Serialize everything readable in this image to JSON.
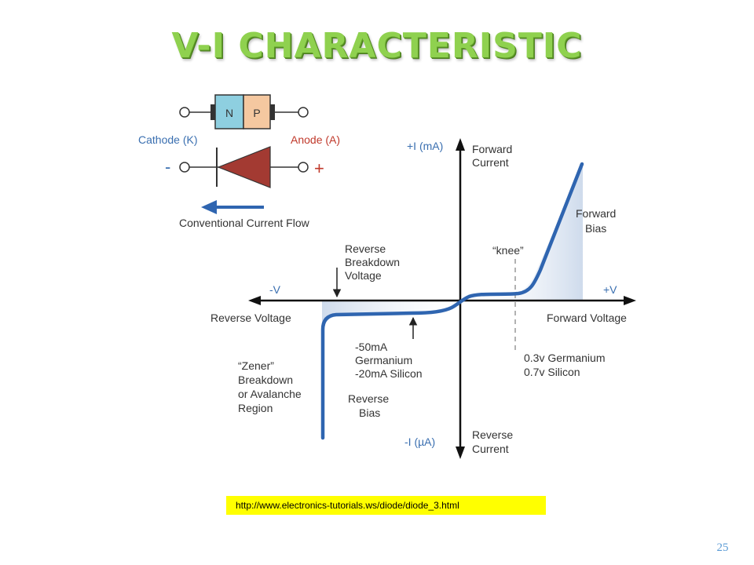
{
  "slide": {
    "title": "V-I CHARACTERISTIC",
    "source_url": "http://www.electronics-tutorials.ws/diode/diode_3.html",
    "page_number": "25"
  },
  "diode": {
    "n_label": "N",
    "p_label": "P",
    "cathode_label": "Cathode (K)",
    "anode_label": "Anode (A)",
    "minus_sign": "-",
    "plus_sign": "+",
    "flow_label": "Conventional Current Flow"
  },
  "graph": {
    "pos_current_axis": "+I (mA)",
    "neg_current_axis": "-I (µA)",
    "neg_voltage_axis": "-V",
    "pos_voltage_axis": "+V",
    "forward_current": [
      "Forward",
      "Current"
    ],
    "reverse_current": [
      "Reverse",
      "Current"
    ],
    "reverse_voltage": "Reverse Voltage",
    "forward_voltage": "Forward Voltage",
    "forward_bias": [
      "Forward",
      "Bias"
    ],
    "reverse_bias": [
      "Reverse",
      "Bias"
    ],
    "knee": "“knee”",
    "breakdown": [
      "Reverse",
      "Breakdown",
      "Voltage"
    ],
    "leakage": [
      "-50mA",
      "Germanium",
      "-20mA Silicon"
    ],
    "threshold": [
      "0.3v Germanium",
      "0.7v Silicon"
    ],
    "zener": [
      "“Zener”",
      "Breakdown",
      "or Avalanche",
      "Region"
    ]
  },
  "colors": {
    "title_green": "#8fd14f",
    "curve_blue": "#2f65b0",
    "diode_red": "#a33a32",
    "n_region": "#8ecfe0",
    "p_region": "#f5c8a0",
    "url_highlight": "#ffff00"
  }
}
